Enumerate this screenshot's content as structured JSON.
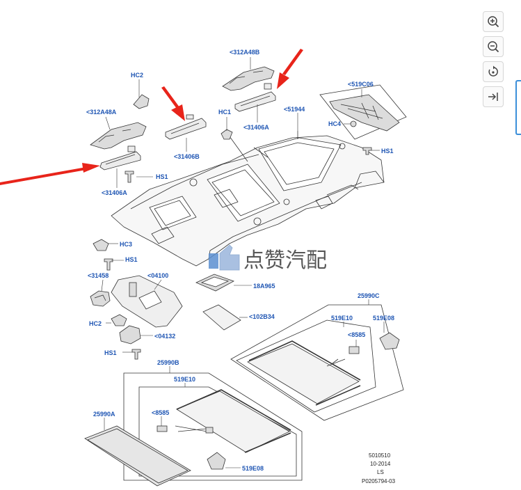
{
  "labels": {
    "a312A48B": "<312A48B",
    "a312A48A": "<312A48A",
    "hc2_top": "HC2",
    "hc1": "HC1",
    "a31406A_top": "<31406A",
    "a31406B": "<31406B",
    "a31406A_left": "<31406A",
    "hs1_top": "HS1",
    "a51944": "<51944",
    "a519C06": "<519C06",
    "hc4": "HC4",
    "hs1_right": "HS1",
    "hc3": "HC3",
    "hs1_mid": "HS1",
    "a31458": "<31458",
    "a04100": "<04100",
    "a18A965": "18A965",
    "a102B34": "<102B34",
    "hc2_bottom": "HC2",
    "a04132": "<04132",
    "hs1_bottom": "HS1",
    "a25990C": "25990C",
    "a519E10_right": "519E10",
    "a519E08_right": "519E08",
    "a8585_right": "<8585",
    "a25990B": "25990B",
    "a519E10_left": "519E10",
    "a25990A": "25990A",
    "a8585_left": "<8585",
    "a519E08_left": "519E08"
  },
  "footer": {
    "line1": "5010510",
    "line2": "10-2014",
    "line3": "LS",
    "line4": "P0205794-03"
  },
  "watermark": "点赞汽配",
  "toolbar": {
    "zoom_in": "zoom-in-icon",
    "zoom_out": "zoom-out-icon",
    "rotate": "rotate-icon",
    "collapse": "collapse-right-icon"
  },
  "colors": {
    "label": "#1e55b3",
    "arrow": "#e8241a",
    "line": "#333333"
  }
}
